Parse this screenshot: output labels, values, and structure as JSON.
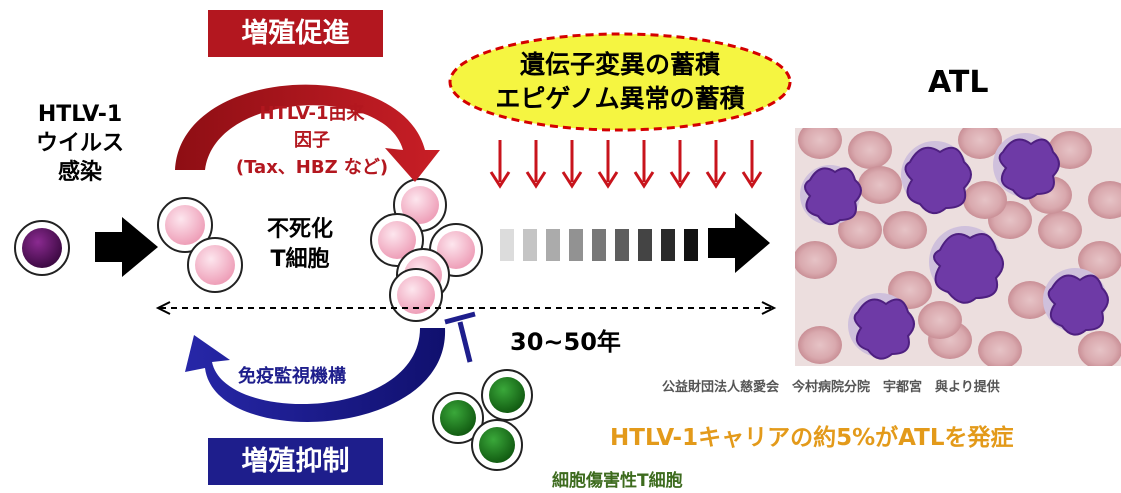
{
  "infection": {
    "line1": "HTLV-1",
    "line2": "ウイルス",
    "line3": "感染"
  },
  "promote_banner": "増殖促進",
  "viral_factors": {
    "line1": "HTLV-1由来",
    "line2": "因子",
    "line3": "(Tax、HBZ など)"
  },
  "immortal_cell": {
    "line1": "不死化",
    "line2": "T細胞"
  },
  "accumulation": {
    "line1": "遺伝子変異の蓄積",
    "line2": "エピゲノム異常の蓄積"
  },
  "atl_title": "ATL",
  "duration": "30~50年",
  "immune": "免疫監視機構",
  "suppress_banner": "増殖抑制",
  "ctl": "細胞傷害性T細胞",
  "image_credit": "公益財団法人慈愛会　今村病院分院　宇都宮　與より提供",
  "carrier_note": "HTLV-1キャリアの約5%がATLを発症",
  "colors": {
    "promote_red": "#b3171f",
    "suppress_blue": "#1e1e8c",
    "infected_cell": "#5a1060",
    "tcell_pink": "#f2b3c6",
    "ctl_green": "#1f7a1f",
    "ellipse_yellow": "#f5f541",
    "carrier_orange": "#e39a1a",
    "credit_gray": "#555555",
    "ctl_text_green": "#3d6b1e"
  }
}
